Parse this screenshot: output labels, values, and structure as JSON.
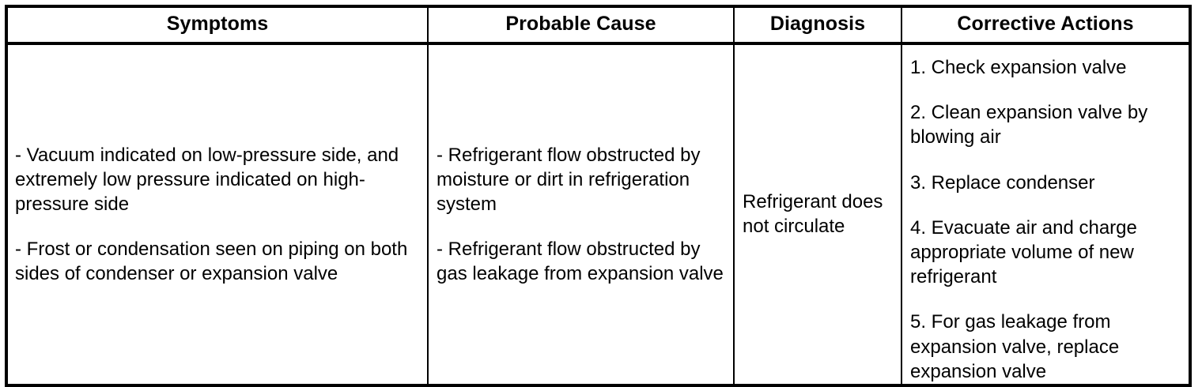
{
  "table": {
    "headers": [
      "Symptoms",
      "Probable Cause",
      "Diagnosis",
      "Corrective Actions"
    ],
    "rows": [
      {
        "symptoms": [
          "- Vacuum indicated on low-pressure side, and extremely low pressure indicated on high-pressure side",
          "- Frost or condensation seen on piping on both sides of condenser or expansion valve"
        ],
        "probable_cause": [
          "- Refrigerant flow obstructed by moisture or dirt in refrigeration system",
          "- Refrigerant flow obstructed by gas leakage from expansion valve"
        ],
        "diagnosis": "Refrigerant does not circulate",
        "corrective_actions": [
          "1. Check expansion valve",
          "2. Clean expansion valve by blowing air",
          "3. Replace condenser",
          "4. Evacuate air and charge appropriate volume of new refrigerant",
          "5. For gas leakage from expansion valve, replace expansion valve"
        ]
      }
    ]
  },
  "colors": {
    "border": "#000000",
    "text": "#000000",
    "background": "#ffffff"
  }
}
